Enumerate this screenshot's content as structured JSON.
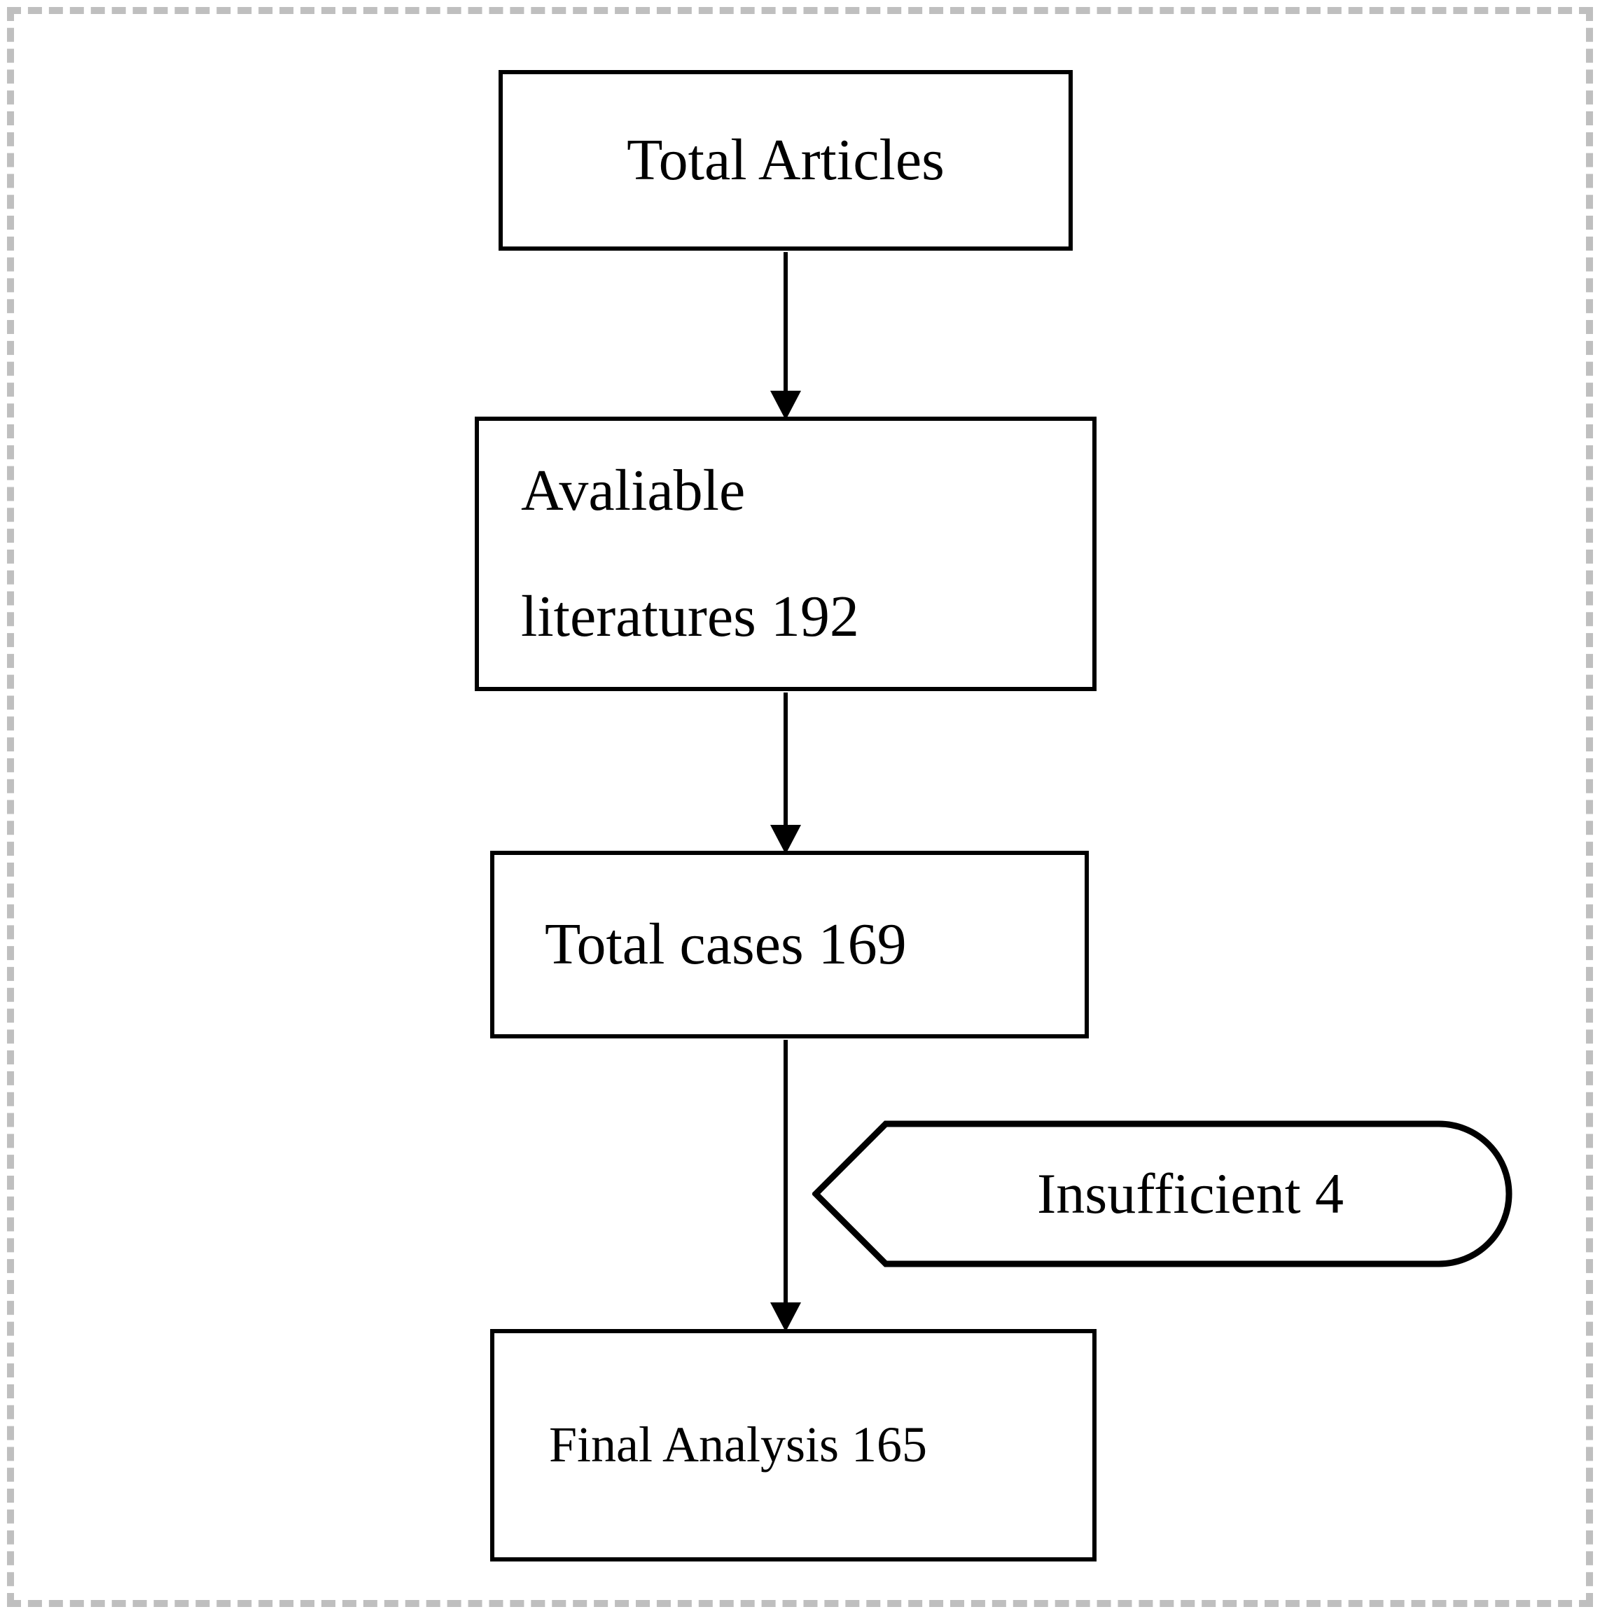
{
  "diagram": {
    "type": "flowchart",
    "orientation": "vertical",
    "frame": {
      "style": "dashed",
      "color": "#bfbfbf"
    },
    "colors": {
      "node_border": "#000000",
      "node_fill": "#ffffff",
      "connector": "#000000",
      "frame_dashed": "#bfbfbf",
      "background": "#ffffff"
    },
    "nodes": [
      {
        "id": "total-articles",
        "shape": "rectangle",
        "label": "Total Articles",
        "lines": [
          "Total Articles"
        ],
        "count": null
      },
      {
        "id": "available-literatures",
        "shape": "rectangle",
        "label": "Avaliable literatures 192",
        "lines": [
          "Avaliable",
          "literatures 192"
        ],
        "count": 192
      },
      {
        "id": "total-cases",
        "shape": "rectangle",
        "label": "Total cases 169",
        "lines": [
          "Total cases 169"
        ],
        "count": 169
      },
      {
        "id": "insufficient",
        "shape": "pentagon-rounded-callout",
        "label": "Insufficient 4",
        "lines": [
          "Insufficient 4"
        ],
        "count": 4
      },
      {
        "id": "final-analysis",
        "shape": "rectangle",
        "label": "Final Analysis 165",
        "lines": [
          "Final Analysis 165"
        ],
        "count": 165
      }
    ],
    "edges": [
      {
        "id": "edge-1",
        "from": "total-articles",
        "to": "available-literatures",
        "arrow": "down"
      },
      {
        "id": "edge-2",
        "from": "available-literatures",
        "to": "total-cases",
        "arrow": "down"
      },
      {
        "id": "edge-3",
        "from": "total-cases",
        "to": "final-analysis",
        "arrow": "down"
      },
      {
        "id": "edge-4",
        "from": "insufficient",
        "to": "edge-3",
        "arrow": "none",
        "kind": "exclusion-annotation"
      }
    ]
  }
}
